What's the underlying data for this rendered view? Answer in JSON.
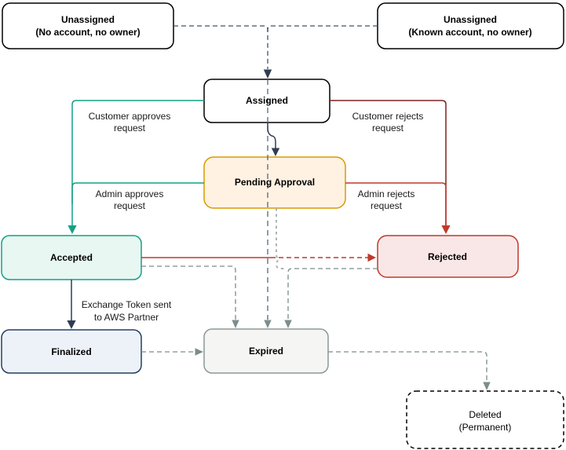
{
  "diagram": {
    "nodes": {
      "unassigned_no_account": {
        "line1": "Unassigned",
        "line2": "(No account, no owner)"
      },
      "unassigned_known_account": {
        "line1": "Unassigned",
        "line2": "(Known account, no owner)"
      },
      "assigned": {
        "label": "Assigned"
      },
      "pending_approval": {
        "label": "Pending Approval"
      },
      "accepted": {
        "label": "Accepted"
      },
      "rejected": {
        "label": "Rejected"
      },
      "finalized": {
        "label": "Finalized"
      },
      "expired": {
        "label": "Expired"
      },
      "deleted": {
        "line1": "Deleted",
        "line2": "(Permanent)"
      }
    },
    "edge_labels": {
      "customer_approves": {
        "line1": "Customer approves",
        "line2": "request"
      },
      "admin_approves": {
        "line1": "Admin approves",
        "line2": "request"
      },
      "customer_rejects": {
        "line1": "Customer rejects",
        "line2": "request"
      },
      "admin_rejects": {
        "line1": "Admin rejects",
        "line2": "request"
      },
      "exchange_token": {
        "line1": "Exchange Token sent",
        "line2": "to AWS Partner"
      }
    },
    "colors": {
      "white": "#ffffff",
      "black": "#000000",
      "teal": "#14a085",
      "teal_fill": "#e8f7f1",
      "orange": "#d79b00",
      "orange_fill": "#fff2e3",
      "red": "#c0392b",
      "red_fill": "#f9e7e7",
      "maroon": "#7f2020",
      "navy": "#2e3d52",
      "navy_border": "#23405e",
      "navy_fill": "#edf2f9",
      "gray_border": "#8c9999",
      "gray_fill": "#f5f5f3",
      "gray_edge": "#7d8c8c",
      "gray_edge_light": "#a9b4b4",
      "slate_edge": "#55687a",
      "dark_dash": "#41536b"
    }
  }
}
